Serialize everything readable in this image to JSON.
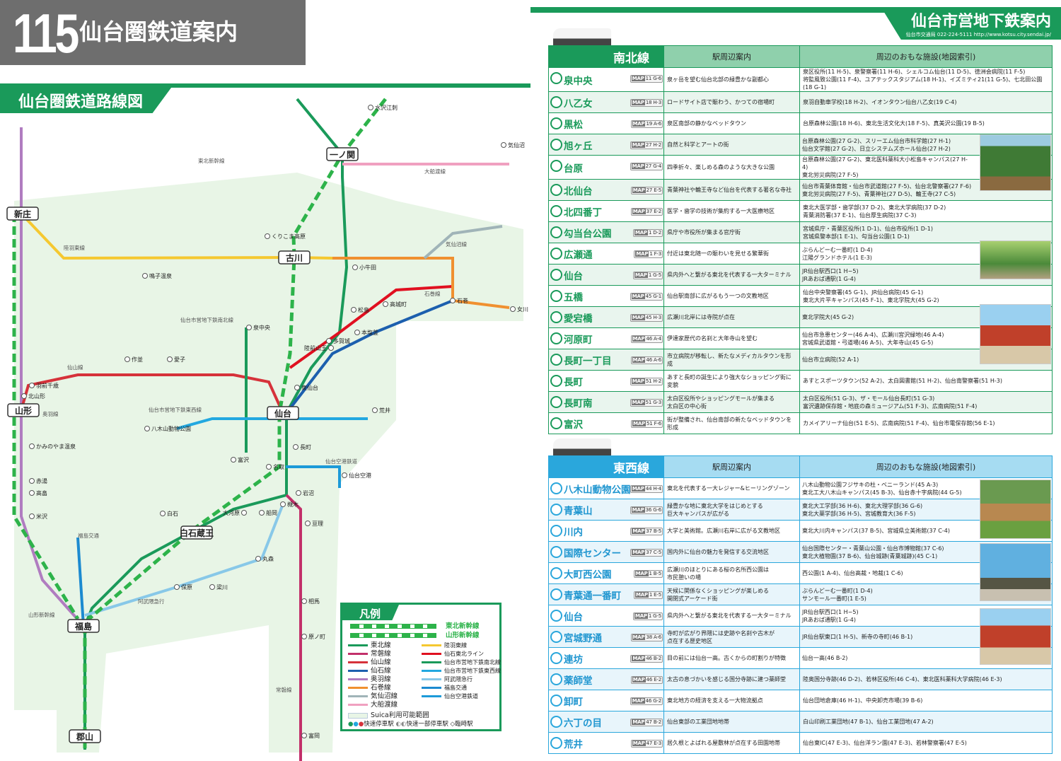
{
  "header": {
    "page_number": "115",
    "title": "仙台圏鉄道案内"
  },
  "map": {
    "title": "仙台圏鉄道路線図",
    "colors": {
      "tohoku": "#1a9a5a",
      "shinkansen": "#2db34a",
      "joban": "#c2306a",
      "senzan": "#d6323a",
      "senseki": "#1c5fae",
      "ou": "#b07cc0",
      "ishinomaki": "#f09030",
      "kesennuma": "#a0b4b8",
      "ofunato": "#f0a0c0",
      "rikuu_east": "#f5c830",
      "senseki_tohoku": "#e01020",
      "namboku": "#1a9a5a",
      "tozai": "#22a8e0",
      "abukuma": "#88c8e8",
      "fukushima_kotsu": "#1c8ad0",
      "airport": "#1c9ad8",
      "suica": "#e8f5e6"
    },
    "major_stations": [
      "仙台",
      "古川",
      "一ノ関",
      "新庄",
      "山形",
      "福島",
      "郡山",
      "白石蔵王"
    ],
    "stations": [
      "くりこま高原",
      "水沢江刺",
      "岩沼",
      "名取",
      "白石",
      "小牛田",
      "松島",
      "石巻",
      "女川",
      "気仙沼",
      "愛子",
      "作並",
      "北山形",
      "羽前千歳",
      "米沢",
      "赤湯",
      "高畠",
      "かみのやま温泉",
      "鳴子温泉",
      "泉中央",
      "富沢",
      "八木山動物公園",
      "荒井",
      "仙台空港",
      "多賀城",
      "本塩釜",
      "槻木",
      "大河原",
      "船岡",
      "亘理",
      "相馬",
      "原ノ町",
      "富岡",
      "梁川",
      "保原",
      "丸森",
      "長町",
      "東仙台",
      "陸前山王",
      "高城町"
    ],
    "line_labels": [
      "東北新幹線",
      "仙山線",
      "陸羽東線",
      "石巻線",
      "気仙沼線",
      "大船渡線",
      "奥羽線",
      "常磐線",
      "仙台市営地下鉄南北線",
      "仙台市営地下鉄東西線",
      "阿武隈急行",
      "仙台空港鉄道",
      "福島交通",
      "山形新幹線"
    ]
  },
  "legend": {
    "title": "凡例",
    "shinkansen": [
      {
        "label": "東北新幹線"
      },
      {
        "label": "山形新幹線"
      }
    ],
    "left": [
      {
        "label": "東北線",
        "color": "#1a9a5a"
      },
      {
        "label": "常磐線",
        "color": "#c2306a"
      },
      {
        "label": "仙山線",
        "color": "#d6323a"
      },
      {
        "label": "仙石線",
        "color": "#1c5fae"
      },
      {
        "label": "奥羽線",
        "color": "#b07cc0"
      },
      {
        "label": "石巻線",
        "color": "#f09030"
      },
      {
        "label": "気仙沼線",
        "color": "#a0b4b8"
      },
      {
        "label": "大船渡線",
        "color": "#f0a0c0"
      }
    ],
    "right": [
      {
        "label": "陸羽東線",
        "color": "#f5c830"
      },
      {
        "label": "仙石東北ライン",
        "color": "#e01020"
      },
      {
        "label": "仙台市営地下鉄南北線",
        "color": "#1a9a5a"
      },
      {
        "label": "仙台市営地下鉄東西線",
        "color": "#22a8e0"
      },
      {
        "label": "阿武隈急行",
        "color": "#88c8e8"
      },
      {
        "label": "福島交通",
        "color": "#1c8ad0"
      },
      {
        "label": "仙台空港鉄道",
        "color": "#1c9ad8"
      }
    ],
    "suica": "Suica利用可能範囲",
    "rapid": "快速停車駅",
    "rapid_some": "快速一部停車駅",
    "temporary": "臨時駅"
  },
  "subway": {
    "title": "仙台市営地下鉄案内",
    "contact": "仙台市交通局 022-224-5111 http://www.kotsu.city.sendai.jp/",
    "col_guide": "駅周辺案内",
    "col_facilities": "周辺のおもな施設(地図索引)",
    "map_badge": "MAP",
    "namboku": {
      "name": "南北線",
      "rows": [
        {
          "station": "泉中央",
          "map": "11 G-6",
          "guide": "泉ヶ岳を望む仙台北部の緑豊かな副都心",
          "facilities": "泉区役所(11 H-5)、泉警察署(11 H-6)、シェルコム仙台(11 D-5)、徳洲会病院(11 F-5)\n将監風致公園(11 F-4)、ユアテックスタジアム(18 H-1)、イズミティ21(11 G-5)、七北田公園(18 G-1)"
        },
        {
          "station": "八乙女",
          "map": "18 H-3",
          "guide": "ロードサイト店で賑わう、かつての宿場町",
          "facilities": "泉羽自動車学校(18 H-2)、イオンタウン仙台八乙女(19 C-4)"
        },
        {
          "station": "黒松",
          "map": "19 A-6",
          "guide": "泉区南部の静かなベッドタウン",
          "facilities": "台原森林公園(18 H-6)、東北生活文化大(18 F-5)、真美沢公園(19 B-5)"
        },
        {
          "station": "旭ヶ丘",
          "map": "27 H-2",
          "guide": "自然と科学とアートの街",
          "facilities": "台原森林公園(27 G-2)、スリーエム仙台市科学館(27 H-1)\n仙台文学館(27 G-2)、日立システムズホール仙台(27 H-2)"
        },
        {
          "station": "台原",
          "map": "27 G-4",
          "guide": "四季折々、楽しめる森のような大きな公園",
          "facilities": "台原森林公園(27 G-2)、東北医科薬科大小松島キャンパス(27 H-4)\n東北労災病院(27 F-5)"
        },
        {
          "station": "北仙台",
          "map": "27 E-5",
          "guide": "青葉神社や輪王寺など仙台を代表する著名な寺社",
          "facilities": "仙台市青葉体育館・仙台市武道館(27 F-5)、仙台北警察署(27 F-6)\n東北労災病院(27 F-5)、青葉神社(27 D-5)、輪王寺(27 C-5)"
        },
        {
          "station": "北四番丁",
          "map": "37 E-2",
          "guide": "医学・歯学の技術が集約する一大医療地区",
          "facilities": "東北大医学部・歯学部(37 D-2)、東北大学病院(37 D-2)\n青葉消防署(37 E-1)、仙台厚生病院(37 C-3)"
        },
        {
          "station": "勾当台公園",
          "map": "1 D-2",
          "guide": "県庁や市役所が集まる官庁街",
          "facilities": "宮城県庁・青葉区役所(1 D-1)、仙台市役所(1 D-1)\n宮城県警本部(1 E-1)、勾当台公園(1 D-1)"
        },
        {
          "station": "広瀬通",
          "map": "1 F-3",
          "guide": "付近は東北随一の賑わいを見せる繁華街",
          "facilities": "ぶらんどーむ一番町(1 D-4)\n江陽グランドホテル(1 E-3)"
        },
        {
          "station": "仙台",
          "map": "1 G-5",
          "guide": "県内外へと繋がる東北を代表する一大ターミナル",
          "facilities": "JR仙台駅西口(1 H−5)\nJRあおば通駅(1 G-4)"
        },
        {
          "station": "五橋",
          "map": "45 G-1",
          "guide": "仙台駅南部に広がるもう一つの文教地区",
          "facilities": "仙台中央警察署(45 G-1)、JR仙台病院(45 G-1)\n東北大片平キャンパス(45 F-1)、東北学院大(45 G-2)"
        },
        {
          "station": "愛宕橋",
          "map": "45 H-3",
          "guide": "広瀬川北岸には寺院が点在",
          "facilities": "東北学院大(45 G-2)"
        },
        {
          "station": "河原町",
          "map": "46 A-4",
          "guide": "伊達家歴代の名刹と大年寺山を望む",
          "facilities": "仙台市急患センター(46 A-4)、広瀬川宮沢緑地(46 A-4)\n宮城県武道館・弓道場(46 A-5)、大年寺山(45 G-5)"
        },
        {
          "station": "長町一丁目",
          "map": "46 A-6",
          "guide": "市立病院が移転し、新たなメディカルタウンを形成",
          "facilities": "仙台市立病院(52 A-1)"
        },
        {
          "station": "長町",
          "map": "51 H-2",
          "guide": "あすと長町の誕生により強大なショッピング街に変貌",
          "facilities": "あすとスポーツタウン(52 A-2)、太白図書館(51 H-2)、仙台南警察署(51 H-3)"
        },
        {
          "station": "長町南",
          "map": "51 G-3",
          "guide": "太白区役所やショッピングモールが集まる\n太白区の中心街",
          "facilities": "太白区役所(51 G-3)、ザ・モール仙台長町(51 G-3)\n富沢遺跡保存館・地底の森ミュージアム(51 F-3)、広南病院(51 F-4)"
        },
        {
          "station": "富沢",
          "map": "51 F-6",
          "guide": "街が整備され、仙台南部の新たなベッドタウンを形成",
          "facilities": "カメイアリーナ仙台(51 E-5)、広南病院(51 F-4)、仙台市電保存館(56 E-1)"
        }
      ]
    },
    "tozai": {
      "name": "東西線",
      "rows": [
        {
          "station": "八木山動物公園",
          "map": "44 H-4",
          "guide": "東北を代表する一大レジャー&ヒーリングゾーン",
          "facilities": "八木山動物公園フジサキの杜・ベニーランド(45 A-3)\n東北工大八木山キャンパス(45 B-3)、仙台赤十字病院(44 G-5)"
        },
        {
          "station": "青葉山",
          "map": "36 G-6",
          "guide": "緑豊かな地に東北大学をはじめとする\n巨大キャンパスが広がる",
          "facilities": "東北大工学部(36 H-6)、東北大理学部(36 G-6)\n東北大薬学部(36 H-5)、宮城教育大(36 F-5)"
        },
        {
          "station": "川内",
          "map": "37 B-5",
          "guide": "大学と美術館。広瀬川右岸に広がる文教地区",
          "facilities": "東北大川内キャンパス(37 B-5)、宮城県立美術館(37 C-4)"
        },
        {
          "station": "国際センター",
          "map": "37 C-5",
          "guide": "国内外に仙台の魅力を発信する交流地区",
          "facilities": "仙台国際センター・青葉山公園・仙台市博物館(37 C-6)\n東北大植物園(37 B-6)、仙台城跡(青葉城跡)(45 C-1)"
        },
        {
          "station": "大町西公園",
          "map": "1 B-5",
          "guide": "広瀬川のほとりにある桜の名所西公園は\n市民憩いの場",
          "facilities": "西公園(1 A-4)、仙台高裁・地裁(1 C-6)"
        },
        {
          "station": "青葉通一番町",
          "map": "1 E-5",
          "guide": "天候に関係なくショッピングが楽しめる\n開閉式アーケード街",
          "facilities": "ぶらんどーむ一番町(1 D-4)\nサンモール一番町(1 E-5)"
        },
        {
          "station": "仙台",
          "map": "1 G-5",
          "guide": "県内外へと繋がる東北を代表する一大ターミナル",
          "facilities": "JR仙台駅西口(1 H−5)\nJRあおば通駅(1 G-4)"
        },
        {
          "station": "宮城野通",
          "map": "38 A-6",
          "guide": "寺町が広がり界隈には史跡や名刹や古木が\n点在する歴史地区",
          "facilities": "JR仙台駅東口(1 H-5)、新寺の寺町(46 B-1)"
        },
        {
          "station": "連坊",
          "map": "46 B-2",
          "guide": "目の前には仙台一高。古くからの町割りが特徴",
          "facilities": "仙台一高(46 B-2)"
        },
        {
          "station": "薬師堂",
          "map": "46 E-2",
          "guide": "太古の息づかいを感じる国分寺跡に建つ薬師堂",
          "facilities": "陸奥国分寺跡(46 D-2)、若林区役所(46 C-4)、東北医科薬科大学病院(46 E-3)"
        },
        {
          "station": "卸町",
          "map": "46 G-2",
          "guide": "東北地方の経済を支える一大物流拠点",
          "facilities": "仙台団地倉庫(46 H-1)、中央卸売市場(39 B-6)"
        },
        {
          "station": "六丁の目",
          "map": "47 B-2",
          "guide": "仙台東部の工業団地地帯",
          "facilities": "白山印刷工業団地(47 B-1)、仙台工業団地(47 A-2)"
        },
        {
          "station": "荒井",
          "map": "47 E-3",
          "guide": "居久根とよばれる屋敷林が点在する田園地帯",
          "facilities": "仙台東IC(47 E-3)、仙台洋ラン園(47 E-3)、若林警察署(47 E-5)"
        }
      ]
    }
  }
}
